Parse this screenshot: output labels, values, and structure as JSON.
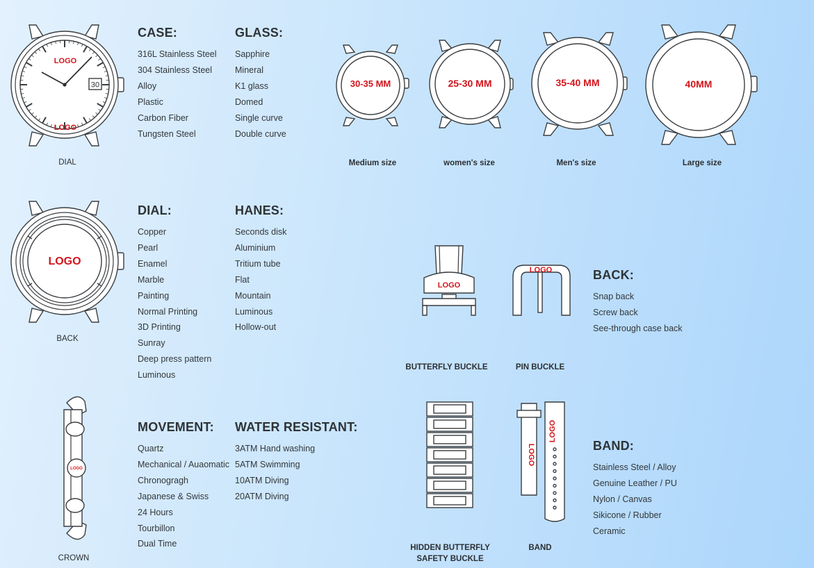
{
  "logo_text": "LOGO",
  "colors": {
    "logo_red": "#d3141b",
    "line": "#3a3d40",
    "bg_left": "#e3f1fd",
    "bg_right": "#acd6fb"
  },
  "dial_watch": {
    "caption": "DIAL",
    "date": "30"
  },
  "back_watch": {
    "caption": "BACK"
  },
  "crown_view": {
    "caption": "CROWN"
  },
  "specs": {
    "case": {
      "title": "CASE:",
      "items": [
        "316L Stainless Steel",
        "304 Stainless Steel",
        "Alloy",
        "Plastic",
        "Carbon Fiber",
        "Tungsten Steel"
      ]
    },
    "glass": {
      "title": "GLASS:",
      "items": [
        "Sapphire",
        "Mineral",
        "K1 glass",
        "Domed",
        "Single curve",
        "Double curve"
      ]
    },
    "dial": {
      "title": "DIAL:",
      "items": [
        "Copper",
        "Pearl",
        "Enamel",
        "Marble",
        "Painting",
        "Normal Printing",
        "3D Printing",
        "Sunray",
        "Deep press pattern",
        "Luminous"
      ]
    },
    "hanes": {
      "title": "HANES:",
      "items": [
        "Seconds disk",
        "Aluminium",
        "Tritium tube",
        "Flat",
        "Mountain",
        "Luminous",
        "Hollow-out"
      ]
    },
    "movement": {
      "title": "MOVEMENT:",
      "items": [
        "Quartz",
        "Mechanical / Auaomatic",
        "Chronogragh",
        "Japanese & Swiss",
        "24 Hours",
        "Tourbillon",
        "Dual Time"
      ]
    },
    "water": {
      "title": "WATER RESISTANT:",
      "items": [
        "3ATM Hand washing",
        "5ATM Swimming",
        "10ATM Diving",
        "20ATM Diving"
      ]
    },
    "back": {
      "title": "BACK:",
      "items": [
        "Snap back",
        "Screw back",
        "See-through case back"
      ]
    },
    "band": {
      "title": "BAND:",
      "items": [
        "Stainless Steel / Alloy",
        "Genuine Leather / PU",
        "Nylon / Canvas",
        "Sikicone / Rubber",
        "Ceramic"
      ]
    }
  },
  "sizes": [
    {
      "label": "30-35 MM",
      "caption": "Medium size"
    },
    {
      "label": "25-30 MM",
      "caption": "women's size"
    },
    {
      "label": "35-40 MM",
      "caption": "Men's size"
    },
    {
      "label": "40MM",
      "caption": "Large size"
    }
  ],
  "buckles": {
    "butterfly": "BUTTERFLY  BUCKLE",
    "pin": "PIN BUCKLE",
    "hidden_line1": "HIDDEN BUTTERFLY",
    "hidden_line2": "SAFETY BUCKLE",
    "band": "BAND"
  }
}
